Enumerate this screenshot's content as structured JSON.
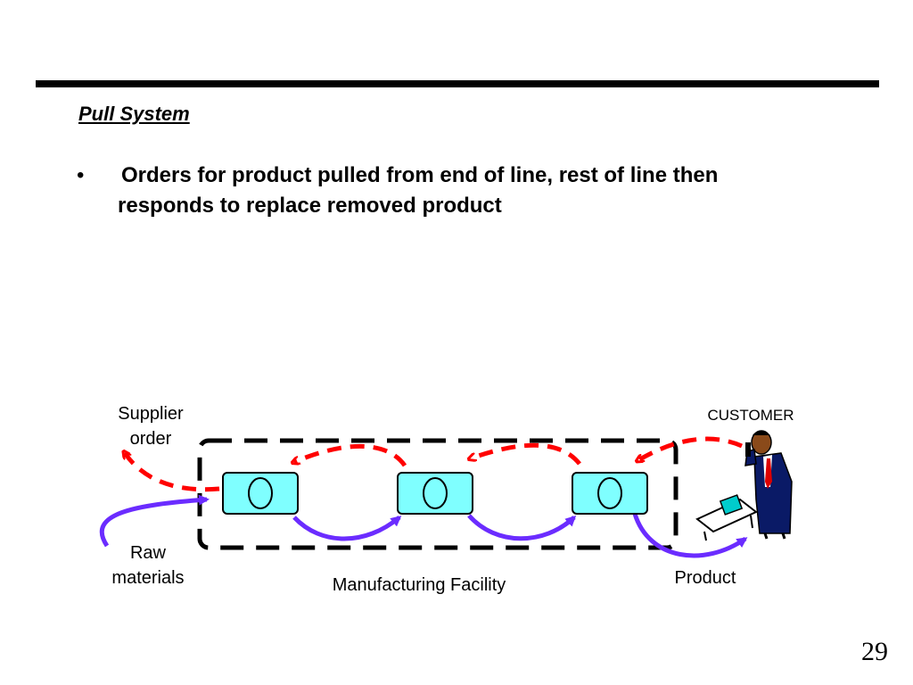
{
  "slide": {
    "heading": "Pull System",
    "bullet_mark": "•",
    "bullet_line1": "Orders for product pulled from end of line, rest of line then",
    "bullet_line2": "responds to replace removed product",
    "page_number": "29"
  },
  "diagram": {
    "supplier_order_line1": "Supplier",
    "supplier_order_line2": "order",
    "customer_label": "CUSTOMER",
    "raw_materials_line1": "Raw",
    "raw_materials_line2": "materials",
    "facility_label": "Manufacturing Facility",
    "product_label": "Product",
    "colors": {
      "station_fill": "#7fffff",
      "pull_signal": "#ff0000",
      "material_flow": "#6b2cff",
      "facility_border": "#000000"
    },
    "icons": [
      "workstation-icon",
      "customer-phone-clipart-icon"
    ]
  }
}
